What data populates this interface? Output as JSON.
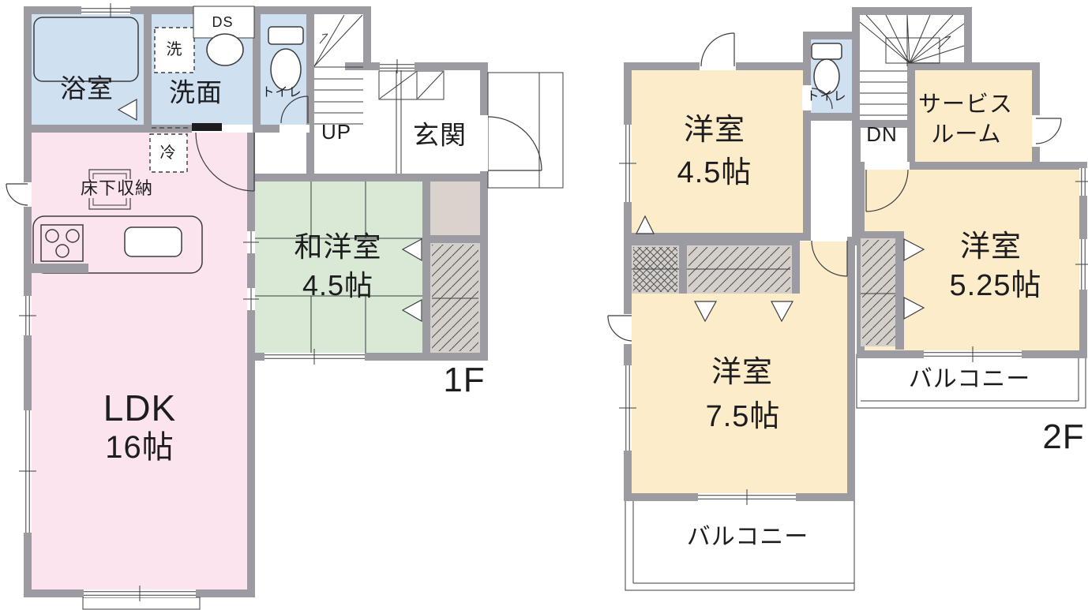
{
  "document_type": "floorplan",
  "floor1": {
    "floor_label": "1F",
    "ldk_label": "LDK",
    "ldk_size": "16帖",
    "washitsu_label": "和洋室",
    "washitsu_size": "4.5帖",
    "bath": "浴室",
    "washroom": "洗面",
    "laundry": "洗",
    "duct": "DS",
    "toilet": "トイレ",
    "stairs": "UP",
    "entrance": "玄関",
    "fridge": "冷",
    "underfloor_storage": "床下収納"
  },
  "floor2": {
    "floor_label": "2F",
    "west45_label": "洋室",
    "west45_size": "4.5帖",
    "west525_label": "洋室",
    "west525_size": "5.25帖",
    "west75_label": "洋室",
    "west75_size": "7.5帖",
    "service_room_line1": "サービス",
    "service_room_line2": "ルーム",
    "toilet": "トイレ",
    "stairs": "DN",
    "balcony_east": "バルコニー",
    "balcony_south": "バルコニー"
  },
  "colors": {
    "wall": "#9b9ba1",
    "blue": "#cfe0f1",
    "pink": "#fbe4ee",
    "green": "#d9e9d6",
    "cream": "#fcecca",
    "closet": "#d5cfc9",
    "beige": "#d9d2cd",
    "line": "#3c3c40",
    "text": "#1d1d1f"
  }
}
